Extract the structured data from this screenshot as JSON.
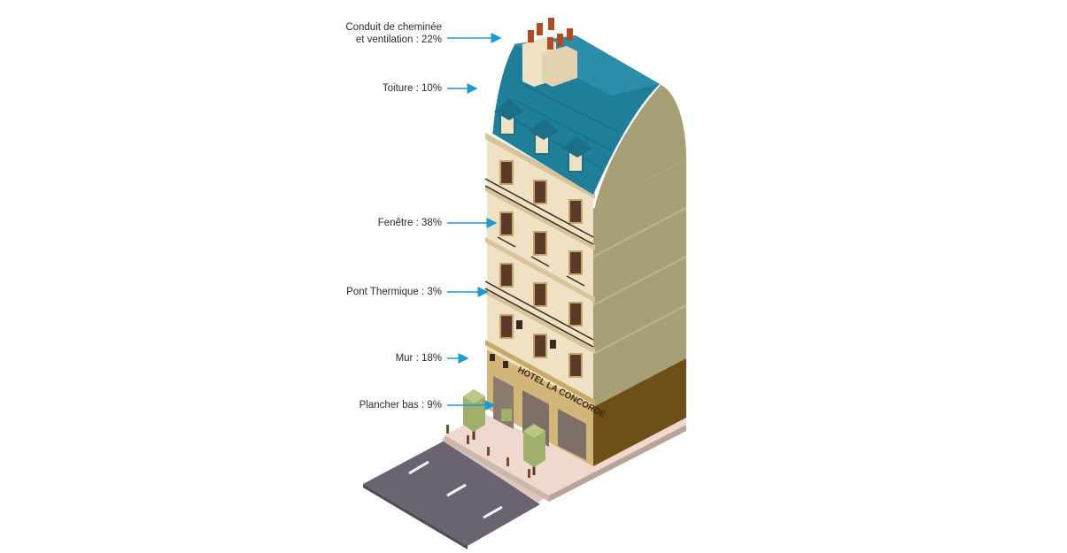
{
  "labels": {
    "chimney_line1": "Conduit de cheminée",
    "chimney_line2": "et ventilation : 22%",
    "roof": "Toiture : 10%",
    "window": "Fenêtre : 38%",
    "thermal_bridge": "Pont Thermique : 3%",
    "wall": "Mur : 18%",
    "floor": "Plancher bas : 9%"
  },
  "sign": {
    "hotel_name": "HOTEL LA CONCORDE"
  },
  "colors": {
    "arrow": "#1a9bd7",
    "roof": "#1f7f99",
    "facade": "#efe2c4",
    "side_wall": "#a79f76",
    "ground_floor_side": "#6e4f17",
    "road": "#6b6470",
    "sidewalk": "#efd9cf"
  },
  "icons": [
    "arrow-right-icon",
    "building-illustration",
    "tree-icon",
    "bollard-icon",
    "lamp-icon"
  ]
}
